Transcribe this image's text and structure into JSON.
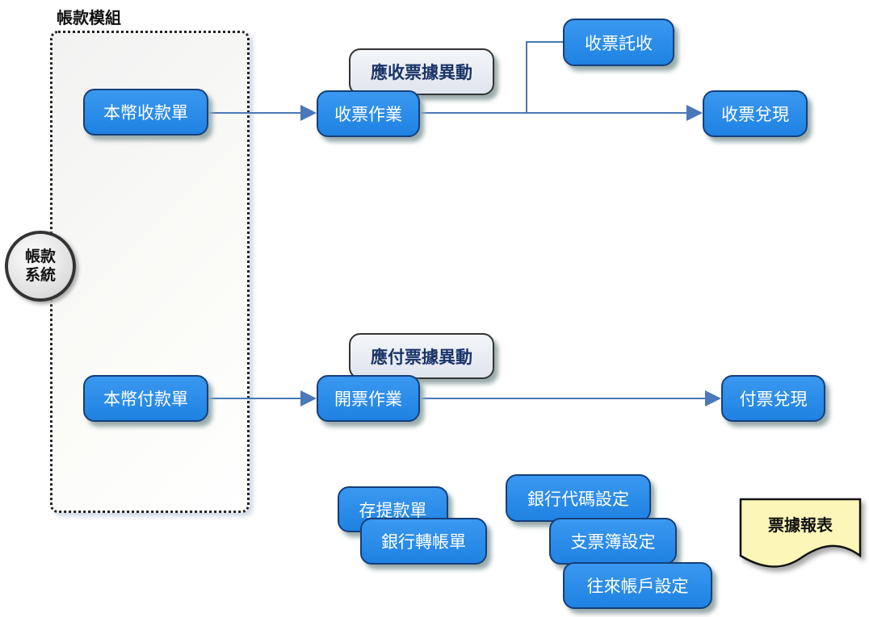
{
  "group_title": "帳款模組",
  "system": {
    "line1": "帳款",
    "line2": "系統"
  },
  "nodes": {
    "ar_receipt": "本幣收款單",
    "receive_note": "收票作業",
    "ar_note_change": "應收票據異動",
    "note_collection": "收票託收",
    "note_cashing": "收票兌現",
    "ap_payment": "本幣付款單",
    "ap_note_change": "應付票據異動",
    "issue_note": "開票作業",
    "pay_note_cashing": "付票兌現",
    "deposit_withdraw": "存提款單",
    "bank_transfer": "銀行轉帳單",
    "bank_code": "銀行代碼設定",
    "checkbook": "支票簿設定",
    "account": "往來帳戶設定",
    "note_report": "票據報表"
  },
  "colors": {
    "node": "#2b8be8",
    "border": "#143f7a",
    "line": "#4a78b8",
    "report": "#fcf7b8"
  }
}
